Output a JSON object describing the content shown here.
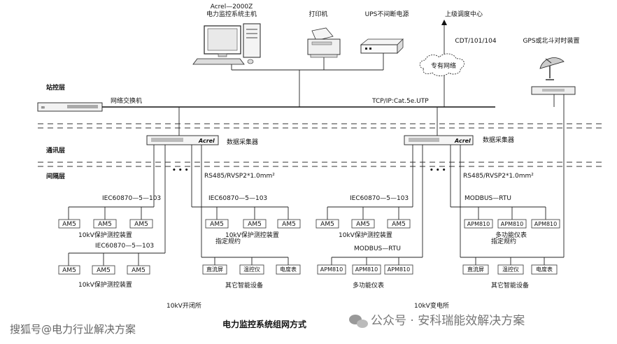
{
  "host": {
    "model": "Acrel—2000Z",
    "name": "电力监控系统主机"
  },
  "printer": "打印机",
  "ups": "UPS不间断电源",
  "upper_center": "上级调度中心",
  "protocol_cdt": "CDT/101/104",
  "gps": "GPS或北斗对时装置",
  "private_net": "专有网络",
  "layers": {
    "station": "站控层",
    "comm": "通讯层",
    "bay": "间隔层"
  },
  "switch_label": "网络交换机",
  "tcp_label": "TCP/IP:Cat.5e.UTP",
  "collector_label": "数据采集器",
  "collector_brand": "Acrel",
  "rs485": "RS485/RVSP2*1.0mm²",
  "iec": "IEC60870—5—103",
  "modbus": "MODBUS—RTU",
  "am5": "AM5",
  "apm810": "APM810",
  "prot_dev": "10kV保护测控装置",
  "designated_proto": "指定规约",
  "multi_meter": "多功能仪表",
  "other_devices": "其它智能设备",
  "dc_screen": "直流屏",
  "temp_ctrl": "温控仪",
  "meter": "电度表",
  "site_open": "10kV开闭所",
  "site_sub": "10kV变电所",
  "diagram_title": "电力监控系统组网方式",
  "watermark_left": "搜狐号@电力行业解决方案",
  "watermark_right": "公众号 · 安科瑞能效解决方案"
}
